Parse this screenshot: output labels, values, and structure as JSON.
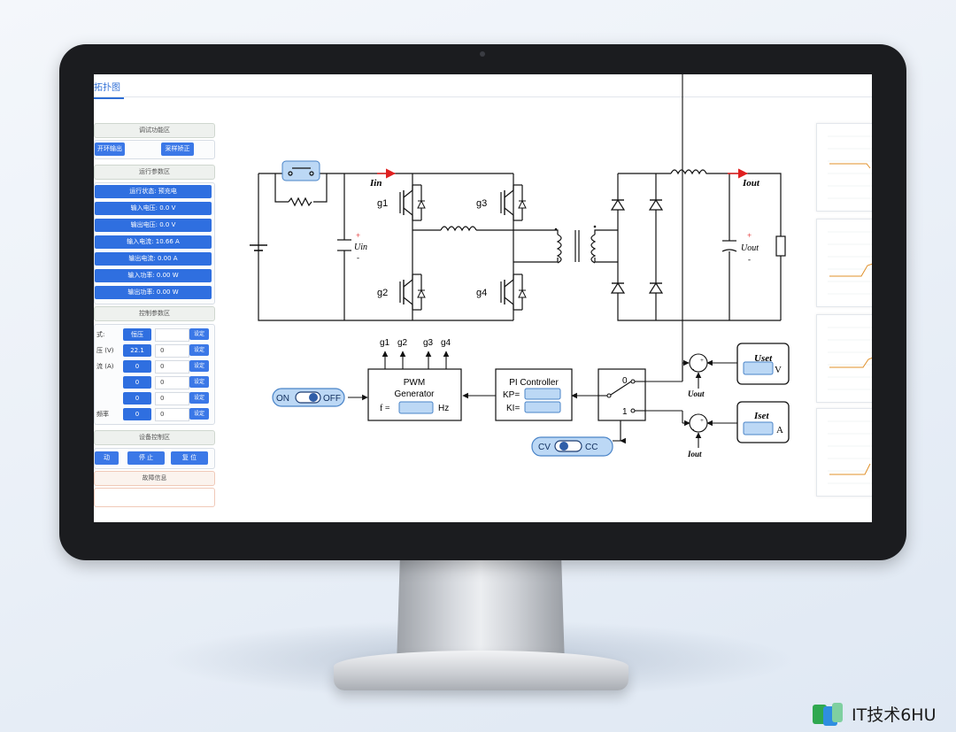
{
  "app": {
    "active_tab": "拓扑图"
  },
  "debug_section": {
    "title": "调试功能区",
    "buttons": [
      "开环输出",
      "采样矫正"
    ]
  },
  "run_params": {
    "title": "运行参数区",
    "items": [
      "运行状态: 预充电",
      "输入电压: 0.0 V",
      "输出电压: 0.0 V",
      "输入电流: 10.66 A",
      "输出电流: 0.00 A",
      "输入功率: 0.00 W",
      "输出功率: 0.00 W"
    ]
  },
  "control_params": {
    "title": "控制参数区",
    "rows": [
      {
        "label": "式:",
        "value": "恒压",
        "input": "",
        "set": "设定"
      },
      {
        "label": "压 (V)",
        "value": "22.1",
        "input": "0",
        "set": "设定"
      },
      {
        "label": "流 (A)",
        "value": "0",
        "input": "0",
        "set": "设定"
      },
      {
        "label": "",
        "value": "0",
        "input": "0",
        "set": "设定"
      },
      {
        "label": "",
        "value": "0",
        "input": "0",
        "set": "设定"
      },
      {
        "label": "频率",
        "value": "0",
        "input": "0",
        "set": "设定"
      }
    ]
  },
  "device_control": {
    "title": "设备控制区",
    "buttons": [
      "动",
      "停 止",
      "复 位"
    ]
  },
  "fault_info": {
    "title": "故障信息",
    "value": ""
  },
  "schematic": {
    "iin": "Iin",
    "iout": "Iout",
    "uin": "Uin",
    "uout": "Uout",
    "plus": "+",
    "minus": "-",
    "g1": "g1",
    "g2": "g2",
    "g3": "g3",
    "g4": "g4",
    "pwm_line1": "PWM",
    "pwm_line2": "Generator",
    "pwm_f": "f =",
    "pwm_unit": "Hz",
    "pi_title": "PI Controller",
    "kp": "KP=",
    "ki": "KI=",
    "switch_0": "0",
    "switch_1": "1",
    "sum_plus": "+",
    "sum_minus": "-",
    "uset": "Uset",
    "uset_unit": "V",
    "iset": "Iset",
    "iset_unit": "A",
    "uout_fb": "Uout",
    "iout_fb": "Iout",
    "on_label": "ON",
    "off_label": "OFF",
    "cv_label": "CV",
    "cc_label": "CC"
  },
  "watermark": {
    "text": "IT技术6HU"
  },
  "colors": {
    "accent": "#2f6fe0",
    "toggle_fill": "#bcd8f5",
    "toggle_stroke": "#4a84c8",
    "arrow_red": "#e02020"
  }
}
